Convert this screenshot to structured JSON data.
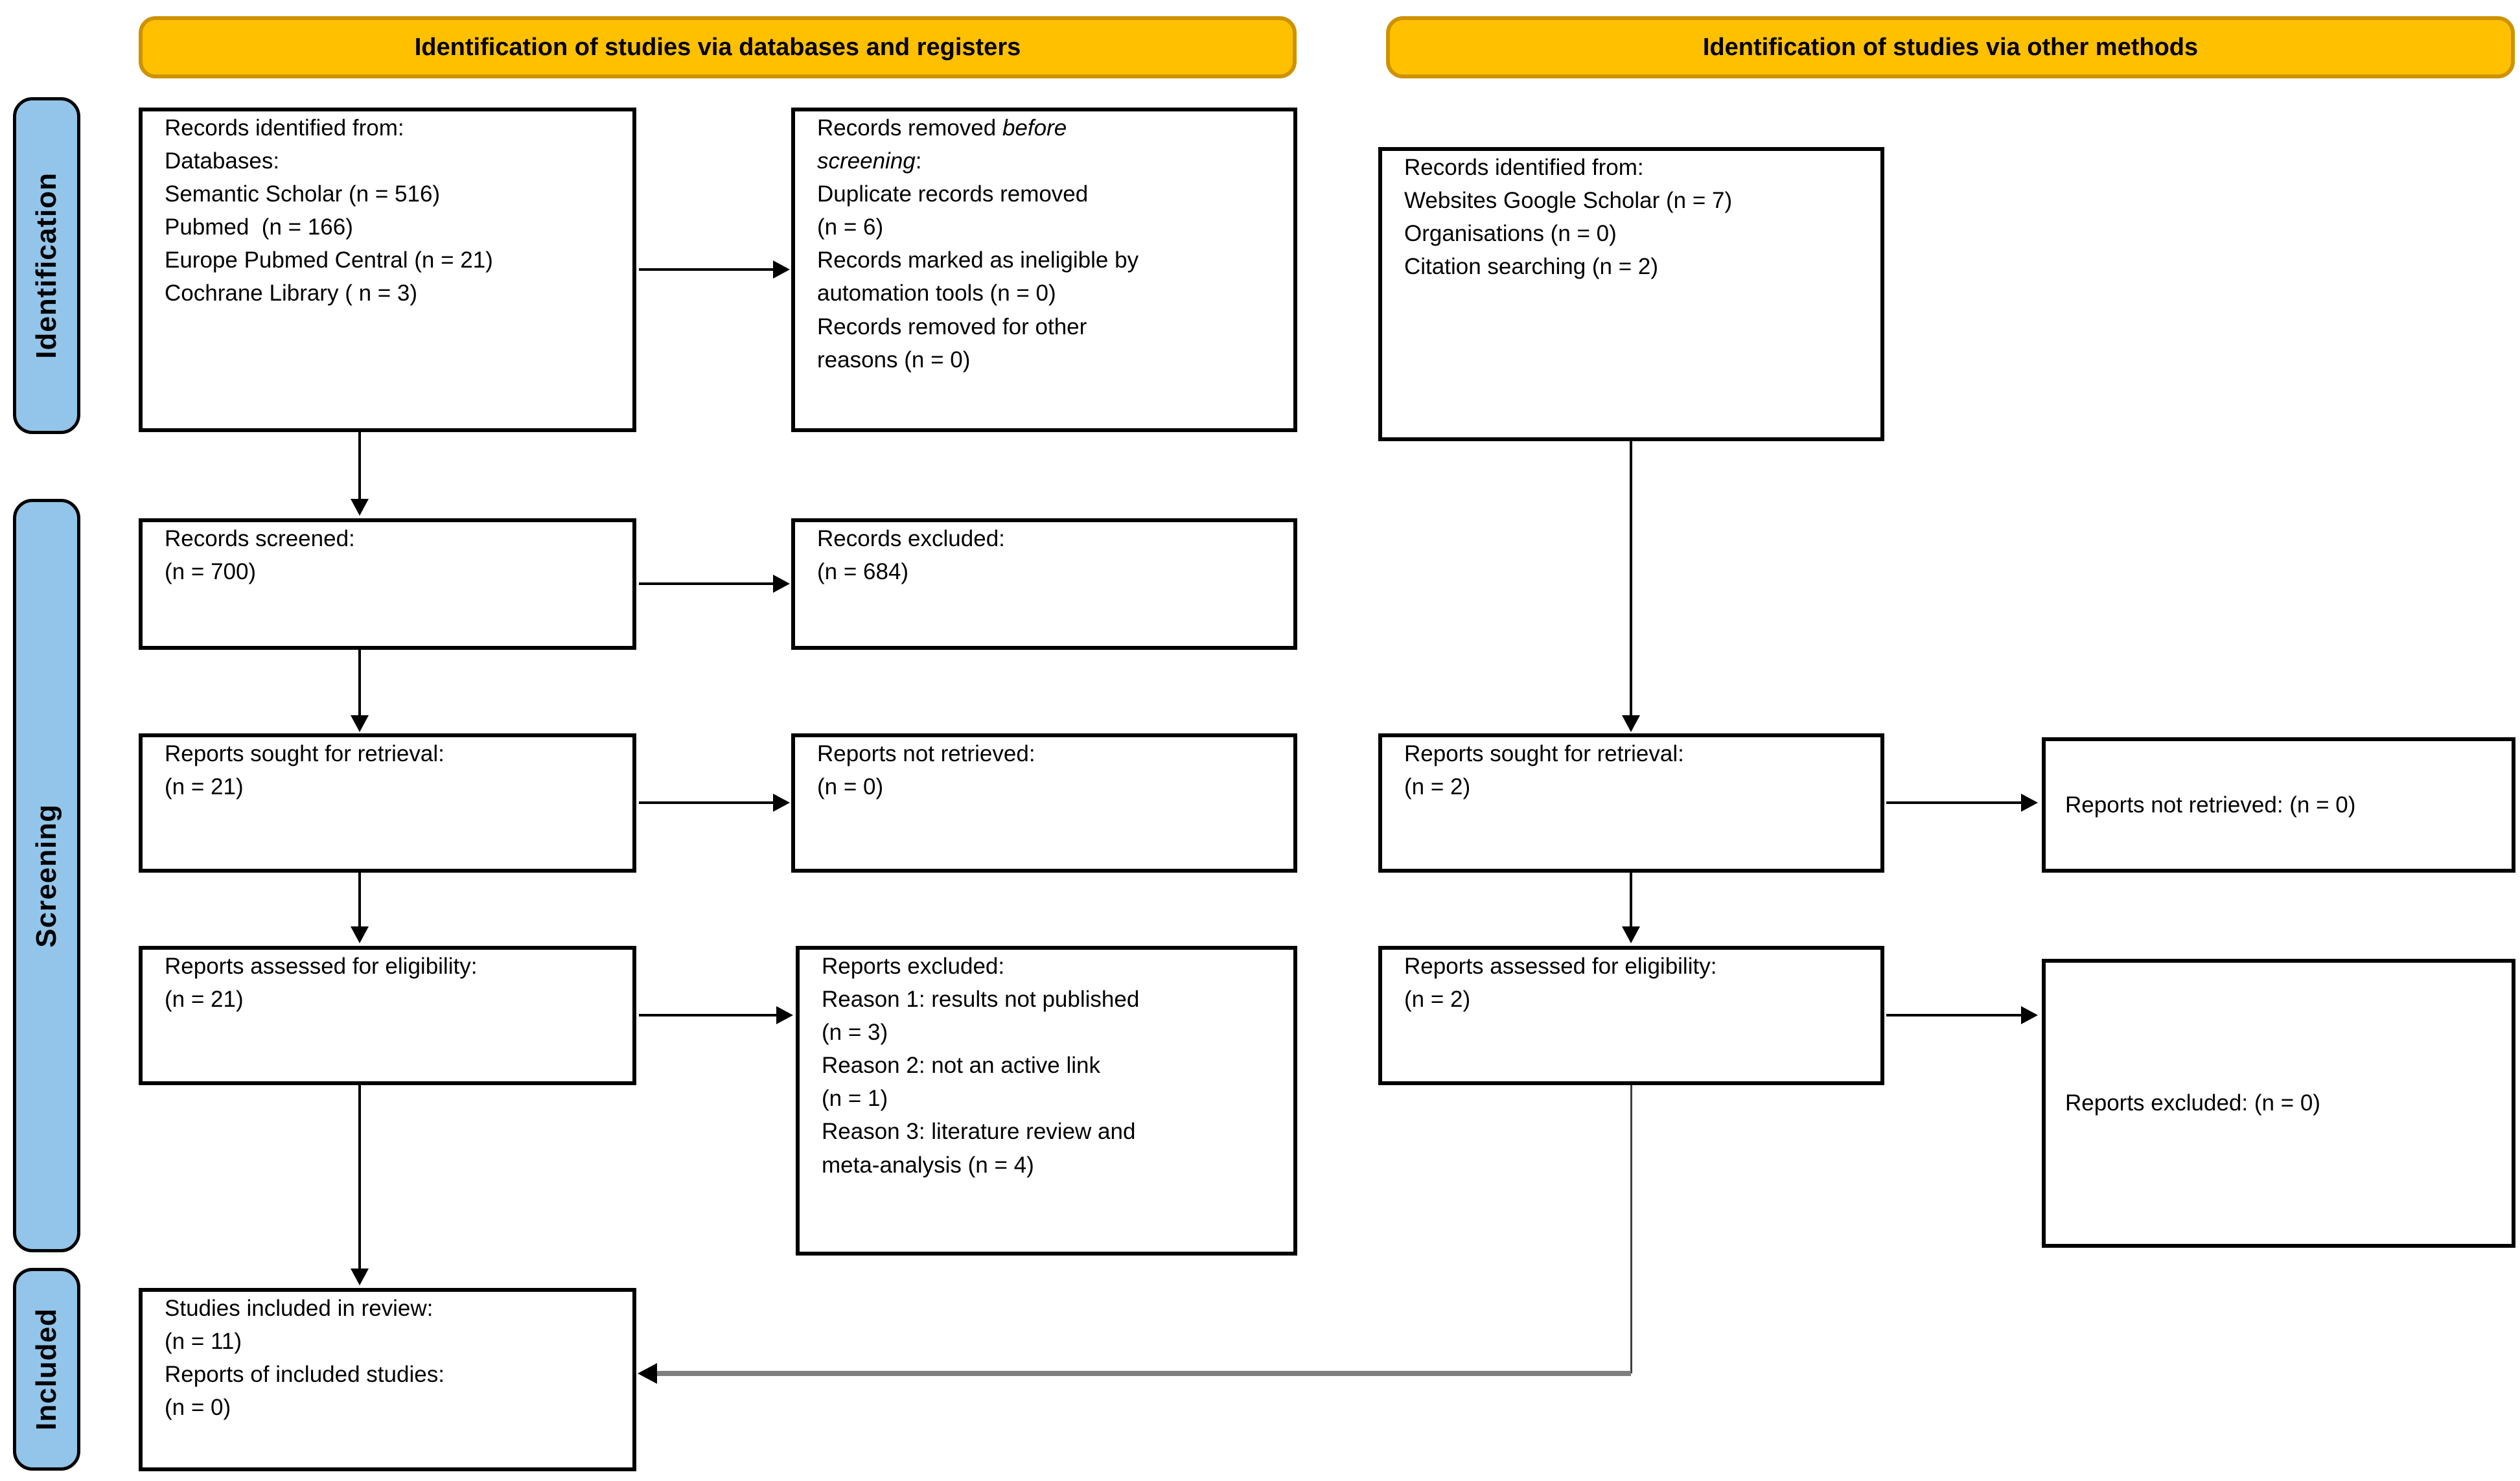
{
  "diagram": {
    "banner_left": "Identification of studies via databases and registers",
    "banner_right": "Identification of studies via other methods",
    "side_labels": {
      "identification": "Identification",
      "screening": "Screening",
      "included": "Included"
    },
    "colors": {
      "banner_fill": "#FFC000",
      "banner_border": "#CE9200",
      "stage_label_fill": "#92C5E9",
      "box_border": "#000000",
      "connector_gray": "#7F7F7F"
    },
    "boxes": {
      "records_identified_db": {
        "lines": [
          "Records identified from:",
          "Databases:",
          "Semantic Scholar (n = 516)",
          "Pubmed  (n = 166)",
          "Europe Pubmed Central (n = 21)",
          "Cochrane Library ( n = 3)"
        ]
      },
      "records_removed": {
        "line1_normal": "Records removed ",
        "line1_italic": "before",
        "line2_italic": "screening",
        "line2_normal": ":",
        "lines": [
          "Duplicate records removed",
          "(n = 6)",
          "Records marked as ineligible by",
          "automation tools (n = 0)",
          "Records removed for other",
          "reasons (n = 0)"
        ]
      },
      "records_screened": {
        "lines": [
          "Records screened:",
          "(n = 700)"
        ]
      },
      "records_excluded": {
        "lines": [
          "Records excluded:",
          "(n = 684)"
        ]
      },
      "reports_sought_db": {
        "lines": [
          "Reports sought for retrieval:",
          "(n = 21)"
        ]
      },
      "reports_not_retrieved_db": {
        "lines": [
          "Reports not retrieved:",
          "(n = 0)"
        ]
      },
      "reports_assessed_db": {
        "lines": [
          "Reports assessed for eligibility:",
          "(n = 21)"
        ]
      },
      "reports_excluded_reasons": {
        "lines": [
          "Reports excluded:",
          "Reason 1: results not published",
          "(n = 3)",
          "Reason 2: not an active link",
          "(n = 1)",
          "Reason 3: literature review and",
          "meta-analysis (n = 4)"
        ]
      },
      "studies_included": {
        "lines": [
          "Studies included in review:",
          "(n = 11)",
          "Reports of included studies:",
          "(n = 0)"
        ]
      },
      "records_identified_other": {
        "lines": [
          "Records identified from:",
          "Websites Google Scholar (n = 7)",
          "Organisations (n = 0)",
          "Citation searching (n = 2)"
        ]
      },
      "reports_sought_other": {
        "lines": [
          "Reports sought for retrieval:",
          "(n = 2)"
        ]
      },
      "reports_not_retrieved_other": {
        "lines": [
          "Reports not retrieved: (n = 0)"
        ]
      },
      "reports_assessed_other": {
        "lines": [
          "Reports assessed for eligibility:",
          "(n = 2)"
        ]
      },
      "reports_excluded_other": {
        "lines": [
          "Reports excluded: (n = 0)"
        ]
      }
    }
  }
}
